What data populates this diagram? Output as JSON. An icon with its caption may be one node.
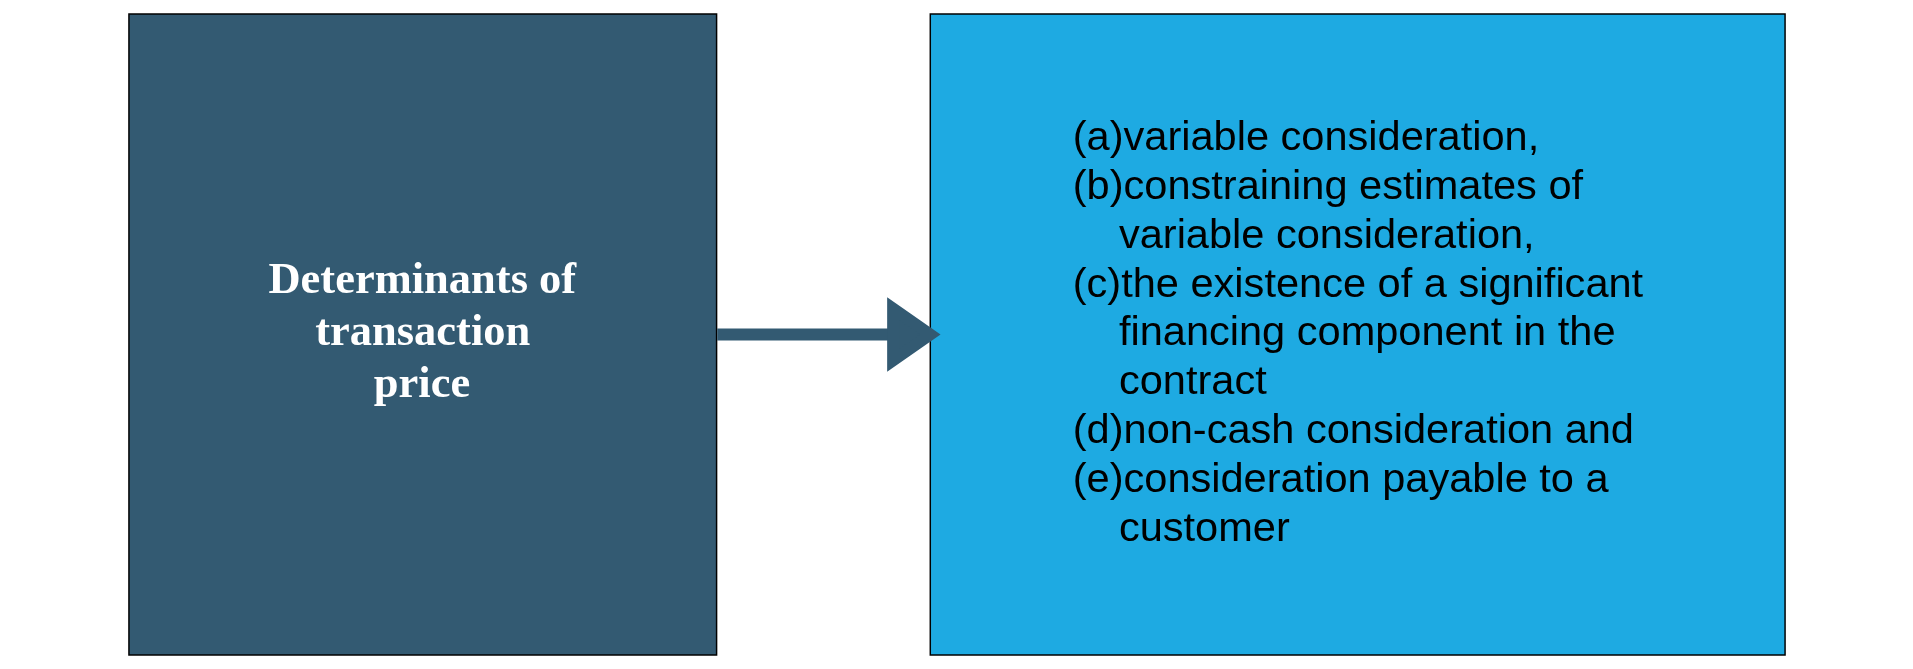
{
  "diagram": {
    "nodes": [
      {
        "text": [
          "Determinants of transaction price"
        ]
      },
      {
        "text": [
          "(a)variable consideration,",
          "(b)constraining estimates of variable consideration,",
          "(c)the existence of a significant financing component in the contract",
          "(d)non-cash consideration and",
          "(e)consideration payable to a customer"
        ]
      }
    ],
    "edges": [
      {
        "from": 0,
        "to": 1,
        "arrow": "to"
      }
    ]
  }
}
